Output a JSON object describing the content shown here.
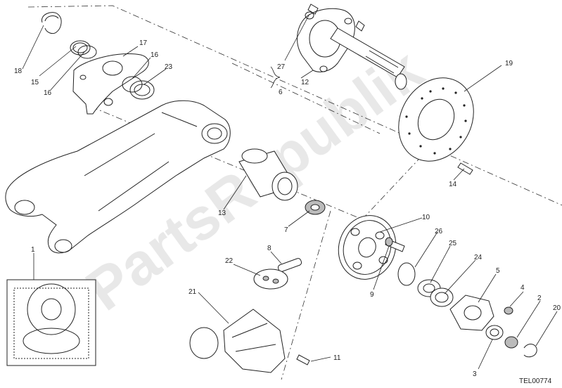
{
  "watermark": "PartsRepublik",
  "drawing_code": "TEL00774",
  "callouts": [
    "18",
    "15",
    "16",
    "17",
    "16",
    "23",
    "27",
    "6",
    "12",
    "19",
    "14",
    "13",
    "7",
    "10",
    "26",
    "25",
    "24",
    "9",
    "8",
    "22",
    "21",
    "1",
    "5",
    "4",
    "2",
    "20",
    "3",
    "11"
  ],
  "colors": {
    "line": "#222222",
    "watermark": "#d6d6d6",
    "fill": "#ffffff"
  }
}
